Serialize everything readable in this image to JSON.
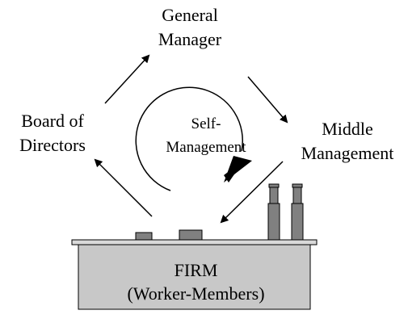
{
  "general_manager": [
    "General",
    "Manager"
  ],
  "board_of_directors": [
    "Board of",
    "Directors"
  ],
  "middle_management": [
    "Middle",
    "Management"
  ],
  "self_management": [
    "Self-",
    "Management"
  ],
  "firm": [
    "FIRM",
    "(Worker-Members)"
  ],
  "colors": {
    "firm_fill": "#c8c8c8",
    "chimney_fill": "#808080",
    "roof_fill": "#d9d9d9",
    "stroke": "#000000"
  }
}
